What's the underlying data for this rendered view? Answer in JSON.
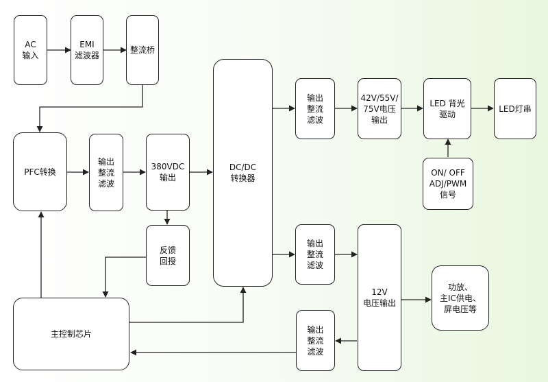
{
  "title": "",
  "colors": {
    "line": "#222222",
    "node_border": "#222222",
    "node_fill": "#ffffff",
    "bg_tint": "#e9f7df"
  },
  "nodes": {
    "ac": "AC\n输入",
    "emi": "EMI\n滤波器",
    "bridge": "整流桥",
    "pfc": "PFC转换",
    "filter1": "输出\n整流\n滤波",
    "vdc380": "380VDC\n输出",
    "feedback": "反馈\n回授",
    "dcdc": "DC/DC\n转换器",
    "filter_top": "输出\n整流\n滤波",
    "v_out": "42V/55V/\n75V电压\n输出",
    "led_driver": "LED 背光\n驱动",
    "led_lamp": "LED灯串",
    "signal": "ON/ OFF\nADJ/PWM\n信号",
    "filter_mid": "输出\n整流\n滤波",
    "v12": "12V\n电压输出",
    "loads": "功放、\n主IC供电、\n屏电压等",
    "filter_bot": "输出\n整流\n滤波",
    "mcu": "主控制芯片"
  }
}
